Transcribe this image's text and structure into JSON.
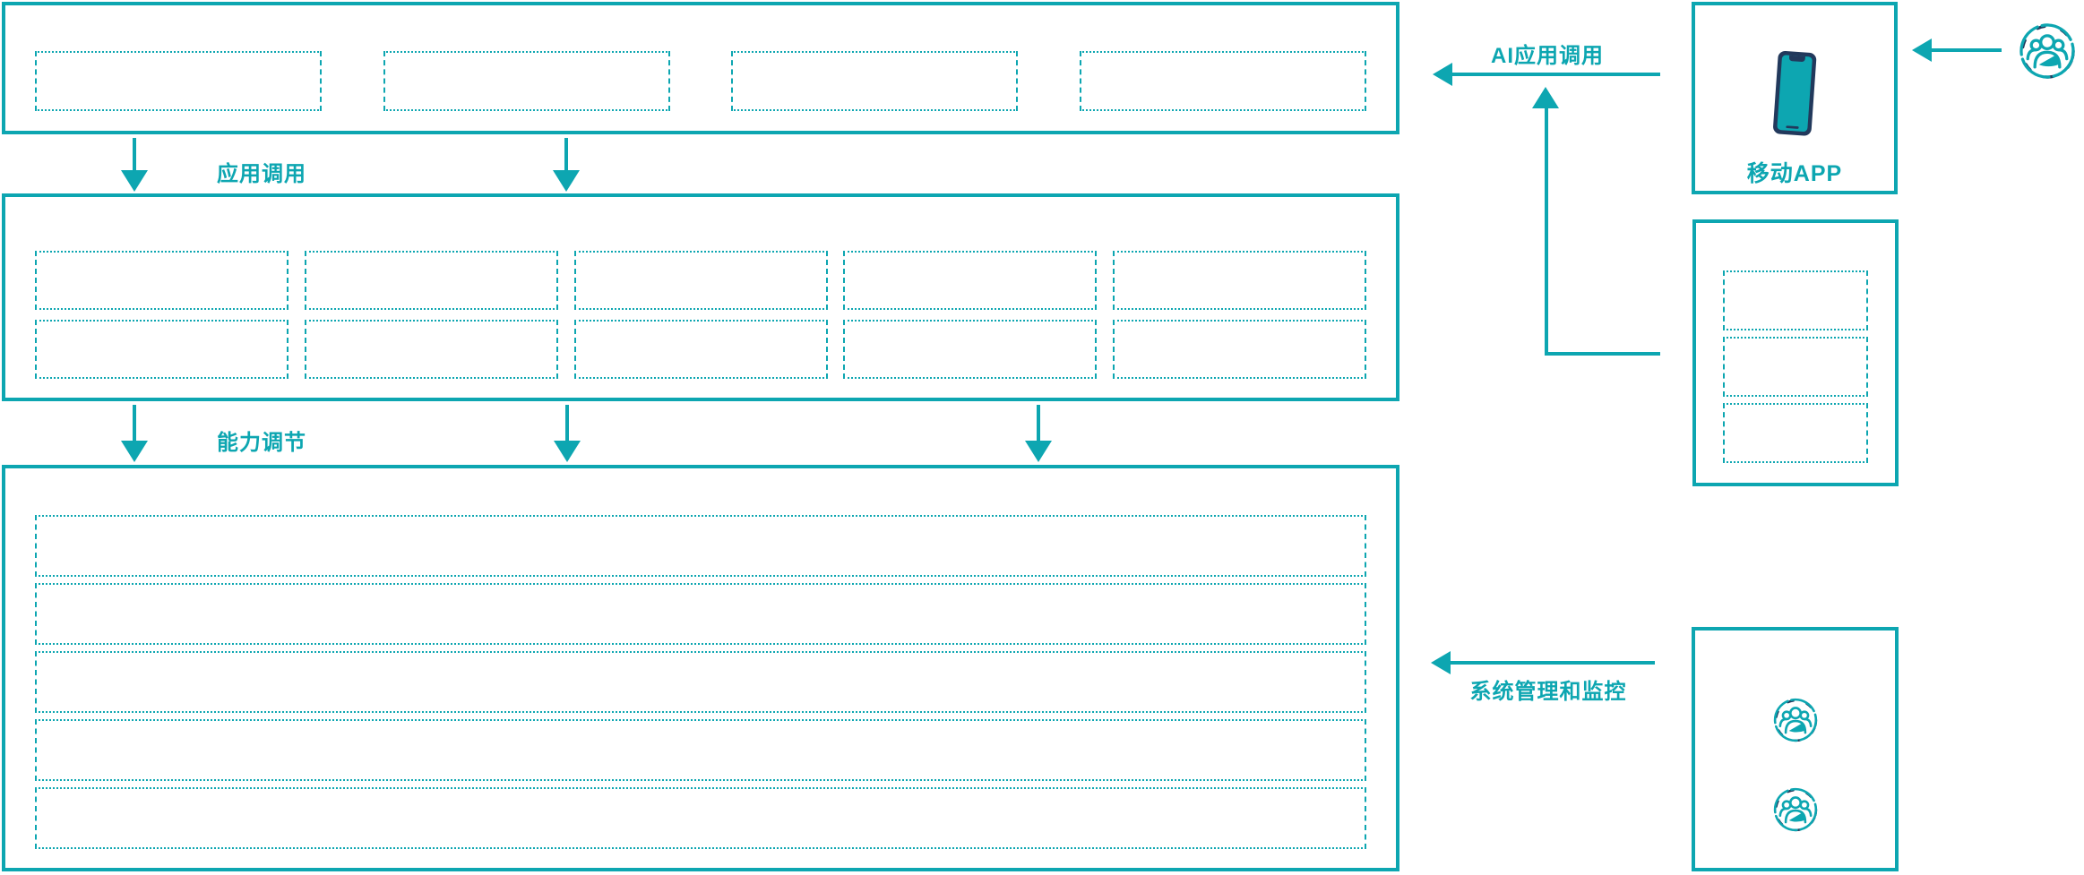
{
  "diagram": {
    "colors": {
      "teal": "#0da6b1",
      "navy": "#22395c"
    },
    "labels": {
      "app_call": "应用调用",
      "capability_adjust": "能力调节",
      "ai_app_call": "AI应用调用",
      "mobile_app": "移动APP",
      "system_management": "系统管理和监控"
    },
    "layers": {
      "application_layer": {
        "placeholder_count": 4
      },
      "capability_layer": {
        "rows": 2,
        "columns": 5,
        "placeholder_count": 10
      },
      "platform_layer": {
        "placeholder_count": 5
      }
    },
    "right_column": {
      "mobile_app_box": {
        "label": "移动APP",
        "icon": "smartphone-icon"
      },
      "access_box": {
        "placeholder_count": 3
      },
      "admin_box": {
        "icon": "user-group-icon",
        "icon_count": 2
      },
      "end_user": {
        "icon": "user-group-icon"
      }
    }
  }
}
